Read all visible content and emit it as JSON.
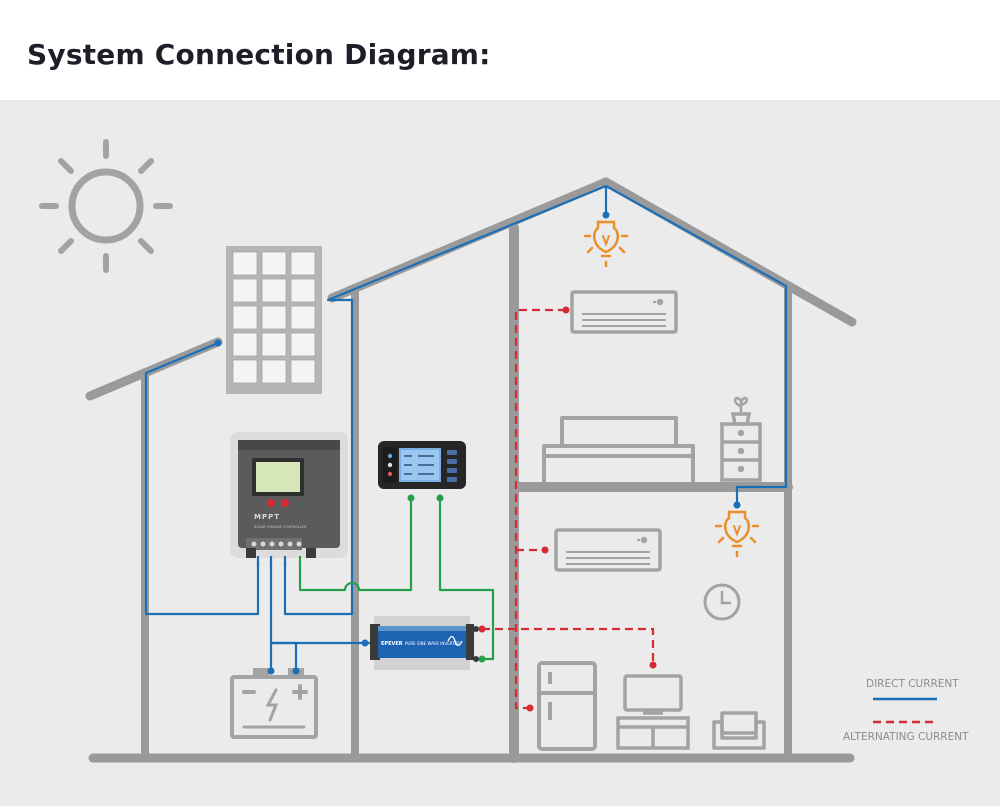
{
  "header": {
    "title": "System Connection Diagram:"
  },
  "devices": {
    "controller": {
      "brand_text": "MPPT",
      "sub_text": "SOLAR CHARGE CONTROLLER"
    },
    "inverter": {
      "brand_text": "EPEVER",
      "label_text": "PURE SINE WAVE INVERTER"
    },
    "battery": {
      "minus": "−",
      "plus": "+"
    }
  },
  "legend": {
    "dc_label": "DIRECT CURRENT",
    "ac_label": "ALTERNATING CURRENT",
    "dc_color": "#1a6fb8",
    "ac_color": "#d42b35"
  },
  "colors": {
    "house_outline": "#9a9a9a",
    "dc_wire": "#1a6fb8",
    "ac_wire": "#d42b35",
    "signal_wire": "#23a049",
    "bulb": "#e98f2b"
  }
}
